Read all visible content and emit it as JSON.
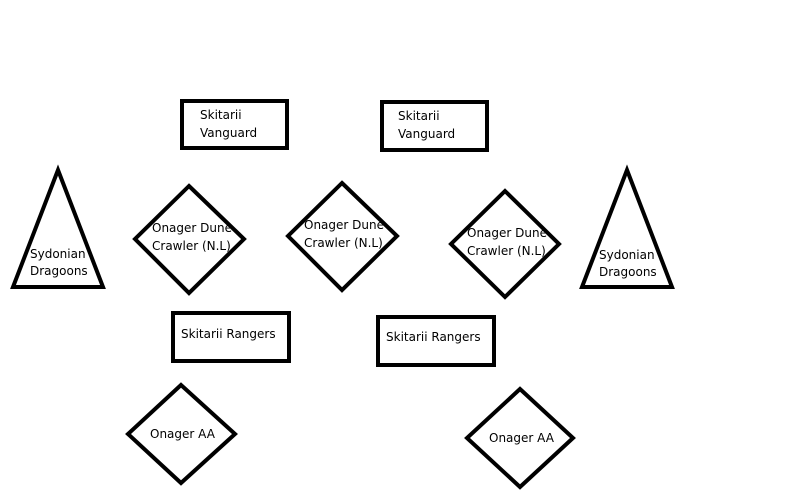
{
  "diagram": {
    "colors": {
      "stroke": "#000000",
      "fill": "#ffffff",
      "background": "#ffffff"
    },
    "nodes": [
      {
        "id": "vanguard-left",
        "shape": "rectangle",
        "lines": [
          "Skitarii",
          "Vanguard"
        ]
      },
      {
        "id": "vanguard-right",
        "shape": "rectangle",
        "lines": [
          "Skitarii",
          "Vanguard"
        ]
      },
      {
        "id": "dragoons-left",
        "shape": "triangle",
        "lines": [
          "Sydonian",
          "Dragoons"
        ]
      },
      {
        "id": "crawler-1",
        "shape": "diamond",
        "lines": [
          "Onager Dune",
          "Crawler (N.L)"
        ]
      },
      {
        "id": "crawler-2",
        "shape": "diamond",
        "lines": [
          "Onager Dune",
          "Crawler (N.L)"
        ]
      },
      {
        "id": "crawler-3",
        "shape": "diamond",
        "lines": [
          "Onager Dune",
          "Crawler (N.L)"
        ]
      },
      {
        "id": "dragoons-right",
        "shape": "triangle",
        "lines": [
          "Sydonian",
          "Dragoons"
        ]
      },
      {
        "id": "rangers-left",
        "shape": "rectangle",
        "lines": [
          "Skitarii Rangers"
        ]
      },
      {
        "id": "rangers-right",
        "shape": "rectangle",
        "lines": [
          "Skitarii Rangers"
        ]
      },
      {
        "id": "aa-left",
        "shape": "diamond",
        "lines": [
          "Onager AA"
        ]
      },
      {
        "id": "aa-right",
        "shape": "diamond",
        "lines": [
          "Onager AA"
        ]
      }
    ]
  }
}
